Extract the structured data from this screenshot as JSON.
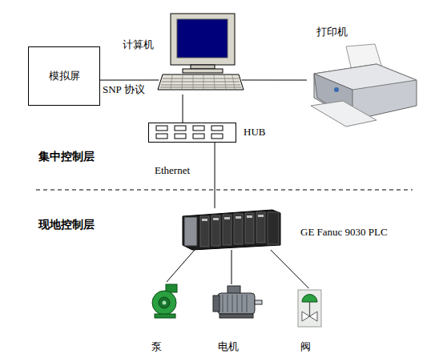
{
  "diagram": {
    "nodes": [
      {
        "text": [
          "模拟屏"
        ]
      },
      {
        "text": [
          "计算机"
        ]
      },
      {
        "text": [
          "打印机"
        ]
      },
      {
        "text": [
          "HUB"
        ]
      },
      {
        "text": [
          "GE Fanuc 9030 PLC"
        ]
      },
      {
        "text": [
          "泵"
        ]
      },
      {
        "text": [
          "电机"
        ]
      },
      {
        "text": [
          "阀"
        ]
      }
    ],
    "edges": [
      {
        "from": 0,
        "to": 1,
        "label": "SNP 协议",
        "arrow": "none"
      },
      {
        "from": 1,
        "to": 2,
        "arrow": "none"
      },
      {
        "from": 1,
        "to": 3,
        "arrow": "none"
      },
      {
        "from": 3,
        "to": 4,
        "label": "Ethernet",
        "arrow": "none"
      },
      {
        "from": 4,
        "to": 5,
        "arrow": "none"
      },
      {
        "from": 4,
        "to": 6,
        "arrow": "none"
      },
      {
        "from": 4,
        "to": 7,
        "arrow": "none"
      }
    ],
    "labels": [
      "集中控制层",
      "现地控制层"
    ]
  }
}
